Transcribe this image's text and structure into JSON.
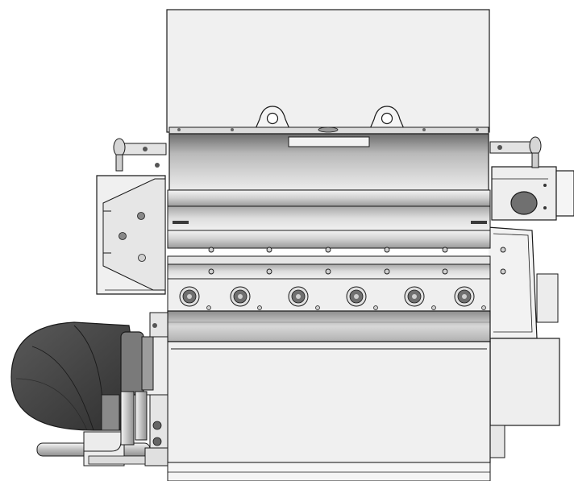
{
  "drawing": {
    "subject": "engine-front-view",
    "colors": {
      "background": "#ffffff",
      "outline": "#1a1a1a",
      "panel": "#eeeeee",
      "metal_light": "#e9e9e9",
      "metal_mid": "#b5b5b5",
      "metal_dark": "#6a6a6a",
      "hose": "#3c3c3c",
      "hose_light": "#8a8a8a",
      "cap": "#6f6f6f"
    },
    "rows": {
      "upper_bolts": 6,
      "lower_bolts": 6,
      "injectors": 6
    }
  }
}
